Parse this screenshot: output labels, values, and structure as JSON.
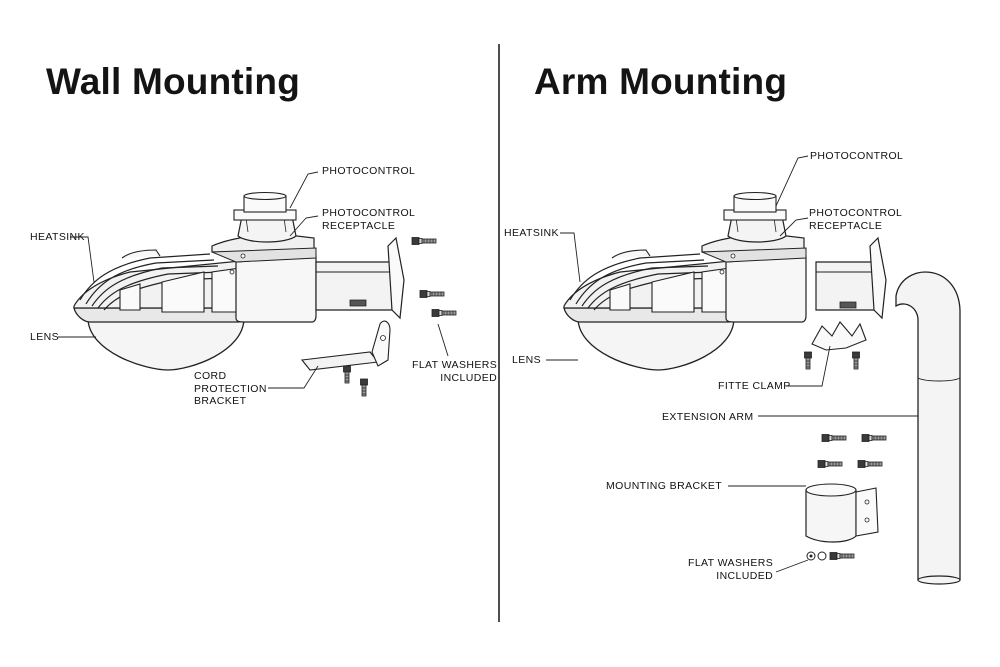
{
  "wall": {
    "title": "Wall Mounting",
    "labels": {
      "photocontrol": "PHOTOCONTROL",
      "receptacle": "PHOTOCONTROL\nRECEPTACLE",
      "heatsink": "HEATSINK",
      "lens": "LENS",
      "cord_bracket": "CORD\nPROTECTION\nBRACKET",
      "flat_washers": "FLAT WASHERS\nINCLUDED"
    }
  },
  "arm": {
    "title": "Arm Mounting",
    "labels": {
      "photocontrol": "PHOTOCONTROL",
      "receptacle": "PHOTOCONTROL\nRECEPTACLE",
      "heatsink": "HEATSINK",
      "lens": "LENS",
      "fitte_clamp": "FITTE CLAMP",
      "extension_arm": "EXTENSION ARM",
      "mounting_bracket": "MOUNTING BRACKET",
      "flat_washers": "FLAT WASHERS\nINCLUDED"
    }
  },
  "colors": {
    "line": "#222222",
    "light_fill": "#f2f2f2",
    "mid_fill": "#e4e4e4",
    "dark_fill": "#3a3a3a"
  }
}
